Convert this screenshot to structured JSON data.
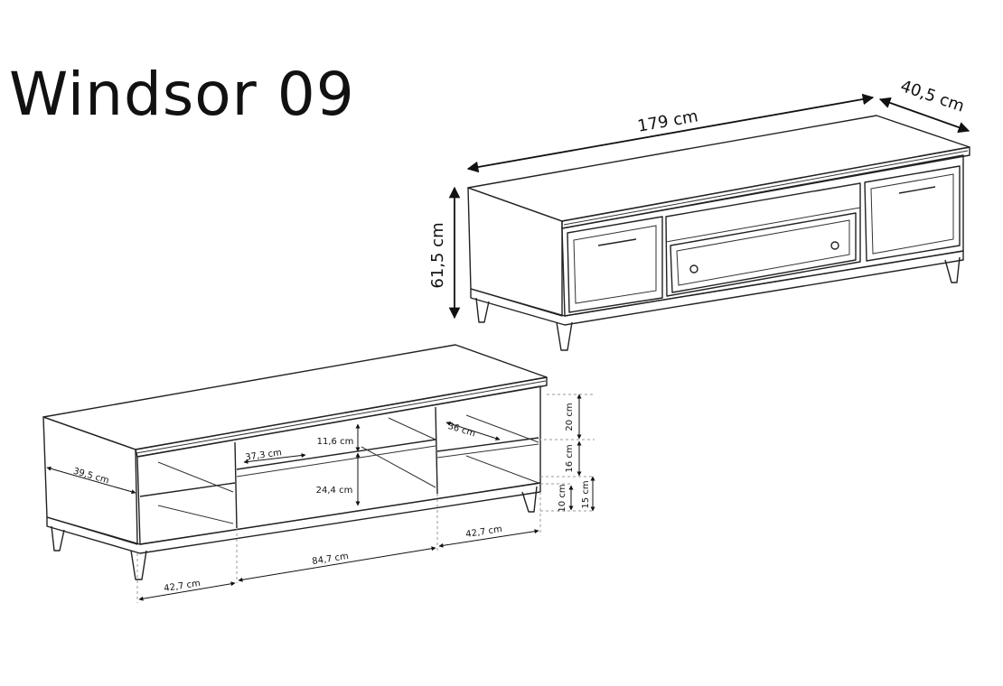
{
  "title": "Windsor 09",
  "top_view": {
    "width_label": "179 cm",
    "depth_label": "40,5 cm",
    "height_label": "61,5 cm"
  },
  "bottom_view": {
    "depth_label": "39,5 cm",
    "shelf_depth_label": "37,3 cm",
    "top_gap_label": "11,6 cm",
    "right_shelf_label": "36 cm",
    "center_height_label": "24,4 cm",
    "right_top_height_label": "20 cm",
    "right_mid_height_label": "16 cm",
    "leg_height_label": "10 cm",
    "base_height_label": "15 cm",
    "left_width_label": "42,7 cm",
    "center_width_label": "84,7 cm",
    "right_width_label": "42,7 cm"
  }
}
